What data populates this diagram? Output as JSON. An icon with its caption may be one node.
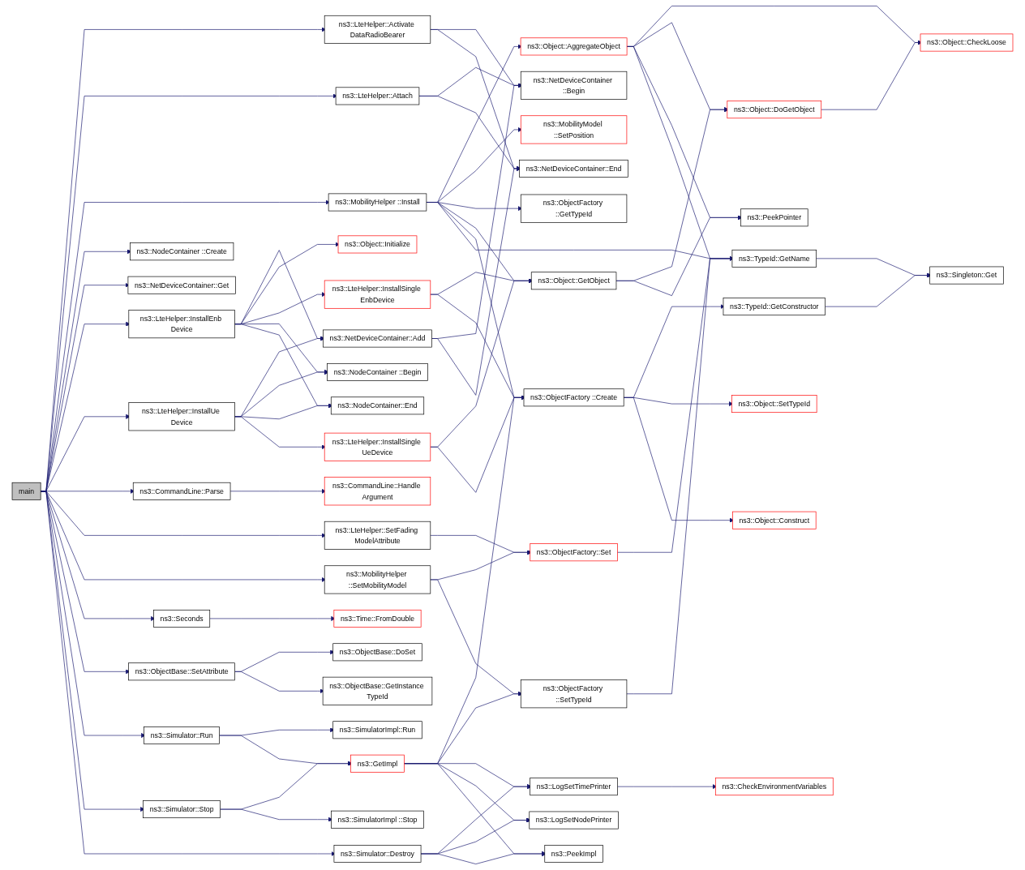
{
  "diagram": {
    "nodes": [
      {
        "text": [
          "main"
        ]
      },
      {
        "text": [
          "ns3::LteHelper::Activate DataRadioBearer"
        ]
      },
      {
        "text": [
          "ns3::LteHelper::Attach"
        ]
      },
      {
        "text": [
          "ns3::NodeContainer ::Create"
        ]
      },
      {
        "text": [
          "ns3::NetDeviceContainer::Get"
        ]
      },
      {
        "text": [
          "ns3::LteHelper::InstallEnb Device"
        ]
      },
      {
        "text": [
          "ns3::LteHelper::InstallUe Device"
        ]
      },
      {
        "text": [
          "ns3::CommandLine::Parse"
        ]
      },
      {
        "text": [
          "ns3::LteHelper::SetFading ModelAttribute"
        ]
      },
      {
        "text": [
          "ns3::MobilityHelper ::SetMobilityModel"
        ]
      },
      {
        "text": [
          "ns3::Seconds"
        ]
      },
      {
        "text": [
          "ns3::ObjectBase::SetAttribute"
        ]
      },
      {
        "text": [
          "ns3::Simulator::Run"
        ]
      },
      {
        "text": [
          "ns3::Simulator::Stop"
        ]
      },
      {
        "text": [
          "ns3::NetDeviceContainer::Add"
        ]
      },
      {
        "text": [
          "ns3::MobilityHelper ::Install"
        ]
      },
      {
        "text": [
          "ns3::Object::Initialize"
        ]
      },
      {
        "text": [
          "ns3::LteHelper::InstallSingle EnbDevice"
        ]
      },
      {
        "text": [
          "ns3::NodeContainer ::Begin"
        ]
      },
      {
        "text": [
          "ns3::NodeContainer::End"
        ]
      },
      {
        "text": [
          "ns3::LteHelper::InstallSingle UeDevice"
        ]
      },
      {
        "text": [
          "ns3::CommandLine::Handle Argument"
        ]
      },
      {
        "text": [
          "ns3::ObjectFactory::Set"
        ]
      },
      {
        "text": [
          "ns3::Time::FromDouble"
        ]
      },
      {
        "text": [
          "ns3::ObjectBase::DoSet"
        ]
      },
      {
        "text": [
          "ns3::ObjectBase::GetInstance TypeId"
        ]
      },
      {
        "text": [
          "ns3::SimulatorImpl::Run"
        ]
      },
      {
        "text": [
          "ns3::GetImpl"
        ]
      },
      {
        "text": [
          "ns3::SimulatorImpl ::Stop"
        ]
      },
      {
        "text": [
          "ns3::Simulator::Destroy"
        ]
      },
      {
        "text": [
          "ns3::NetDeviceContainer ::Begin"
        ]
      },
      {
        "text": [
          "ns3::NetDeviceContainer::End"
        ]
      },
      {
        "text": [
          "ns3::Object::AggregateObject"
        ]
      },
      {
        "text": [
          "ns3::MobilityModel ::SetPosition"
        ]
      },
      {
        "text": [
          "ns3::ObjectFactory ::GetTypeId"
        ]
      },
      {
        "text": [
          "ns3::Object::GetObject"
        ]
      },
      {
        "text": [
          "ns3::ObjectFactory ::Create"
        ]
      },
      {
        "text": [
          "ns3::ObjectFactory ::SetTypeId"
        ]
      },
      {
        "text": [
          "ns3::LogSetTimePrinter"
        ]
      },
      {
        "text": [
          "ns3::LogSetNodePrinter"
        ]
      },
      {
        "text": [
          "ns3::PeekImpl"
        ]
      },
      {
        "text": [
          "ns3::Object::CheckLoose"
        ]
      },
      {
        "text": [
          "ns3::Object::DoGetObject"
        ]
      },
      {
        "text": [
          "ns3::PeekPointer"
        ]
      },
      {
        "text": [
          "ns3::TypeId::GetName"
        ]
      },
      {
        "text": [
          "ns3::TypeId::GetConstructor"
        ]
      },
      {
        "text": [
          "ns3::Object::SetTypeId"
        ]
      },
      {
        "text": [
          "ns3::Object::Construct"
        ]
      },
      {
        "text": [
          "ns3::CheckEnvironmentVariables"
        ]
      },
      {
        "text": [
          "ns3::Singleton::Get"
        ]
      }
    ],
    "edges": [
      {
        "from": 0,
        "to": 1,
        "arrow": "to"
      },
      {
        "from": 0,
        "to": 2,
        "arrow": "to"
      },
      {
        "from": 0,
        "to": 15,
        "arrow": "to"
      },
      {
        "from": 0,
        "to": 3,
        "arrow": "to"
      },
      {
        "from": 0,
        "to": 4,
        "arrow": "to"
      },
      {
        "from": 0,
        "to": 5,
        "arrow": "to"
      },
      {
        "from": 0,
        "to": 6,
        "arrow": "to"
      },
      {
        "from": 0,
        "to": 7,
        "arrow": "to"
      },
      {
        "from": 0,
        "to": 8,
        "arrow": "to"
      },
      {
        "from": 0,
        "to": 9,
        "arrow": "to"
      },
      {
        "from": 0,
        "to": 10,
        "arrow": "to"
      },
      {
        "from": 0,
        "to": 11,
        "arrow": "to"
      },
      {
        "from": 0,
        "to": 12,
        "arrow": "to"
      },
      {
        "from": 0,
        "to": 13,
        "arrow": "to"
      },
      {
        "from": 0,
        "to": 29,
        "arrow": "to"
      },
      {
        "from": 1,
        "to": 30,
        "arrow": "to"
      },
      {
        "from": 1,
        "to": 31,
        "arrow": "to"
      },
      {
        "from": 2,
        "to": 30,
        "arrow": "to"
      },
      {
        "from": 2,
        "to": 31,
        "arrow": "to"
      },
      {
        "from": 14,
        "to": 30,
        "arrow": "to"
      },
      {
        "from": 14,
        "to": 31,
        "arrow": "to"
      },
      {
        "from": 5,
        "to": 14,
        "arrow": "to"
      },
      {
        "from": 5,
        "to": 16,
        "arrow": "to"
      },
      {
        "from": 5,
        "to": 17,
        "arrow": "to"
      },
      {
        "from": 5,
        "to": 18,
        "arrow": "to"
      },
      {
        "from": 5,
        "to": 19,
        "arrow": "to"
      },
      {
        "from": 6,
        "to": 14,
        "arrow": "to"
      },
      {
        "from": 6,
        "to": 18,
        "arrow": "to"
      },
      {
        "from": 6,
        "to": 19,
        "arrow": "to"
      },
      {
        "from": 6,
        "to": 20,
        "arrow": "to"
      },
      {
        "from": 15,
        "to": 32,
        "arrow": "to"
      },
      {
        "from": 15,
        "to": 33,
        "arrow": "to"
      },
      {
        "from": 15,
        "to": 34,
        "arrow": "to"
      },
      {
        "from": 15,
        "to": 35,
        "arrow": "to"
      },
      {
        "from": 15,
        "to": 36,
        "arrow": "to"
      },
      {
        "from": 15,
        "to": 44,
        "arrow": "to"
      },
      {
        "from": 17,
        "to": 35,
        "arrow": "to"
      },
      {
        "from": 17,
        "to": 36,
        "arrow": "to"
      },
      {
        "from": 20,
        "to": 35,
        "arrow": "to"
      },
      {
        "from": 20,
        "to": 36,
        "arrow": "to"
      },
      {
        "from": 7,
        "to": 21,
        "arrow": "to"
      },
      {
        "from": 8,
        "to": 22,
        "arrow": "to"
      },
      {
        "from": 9,
        "to": 22,
        "arrow": "to"
      },
      {
        "from": 9,
        "to": 37,
        "arrow": "to"
      },
      {
        "from": 22,
        "to": 44,
        "arrow": "to"
      },
      {
        "from": 10,
        "to": 23,
        "arrow": "to"
      },
      {
        "from": 11,
        "to": 24,
        "arrow": "to"
      },
      {
        "from": 11,
        "to": 25,
        "arrow": "to"
      },
      {
        "from": 12,
        "to": 26,
        "arrow": "to"
      },
      {
        "from": 12,
        "to": 27,
        "arrow": "to"
      },
      {
        "from": 13,
        "to": 27,
        "arrow": "to"
      },
      {
        "from": 13,
        "to": 28,
        "arrow": "to"
      },
      {
        "from": 27,
        "to": 36,
        "arrow": "to"
      },
      {
        "from": 27,
        "to": 37,
        "arrow": "to"
      },
      {
        "from": 27,
        "to": 38,
        "arrow": "to"
      },
      {
        "from": 27,
        "to": 39,
        "arrow": "to"
      },
      {
        "from": 27,
        "to": 40,
        "arrow": "to"
      },
      {
        "from": 29,
        "to": 38,
        "arrow": "to"
      },
      {
        "from": 29,
        "to": 39,
        "arrow": "to"
      },
      {
        "from": 29,
        "to": 40,
        "arrow": "to"
      },
      {
        "from": 32,
        "to": 41,
        "arrow": "to"
      },
      {
        "from": 32,
        "to": 42,
        "arrow": "to"
      },
      {
        "from": 32,
        "to": 43,
        "arrow": "to"
      },
      {
        "from": 32,
        "to": 44,
        "arrow": "to"
      },
      {
        "from": 35,
        "to": 42,
        "arrow": "to"
      },
      {
        "from": 35,
        "to": 43,
        "arrow": "to"
      },
      {
        "from": 42,
        "to": 41,
        "arrow": "to"
      },
      {
        "from": 36,
        "to": 45,
        "arrow": "to"
      },
      {
        "from": 36,
        "to": 46,
        "arrow": "to"
      },
      {
        "from": 36,
        "to": 47,
        "arrow": "to"
      },
      {
        "from": 37,
        "to": 44,
        "arrow": "to"
      },
      {
        "from": 44,
        "to": 49,
        "arrow": "to"
      },
      {
        "from": 45,
        "to": 49,
        "arrow": "to"
      },
      {
        "from": 38,
        "to": 48,
        "arrow": "to"
      }
    ]
  }
}
